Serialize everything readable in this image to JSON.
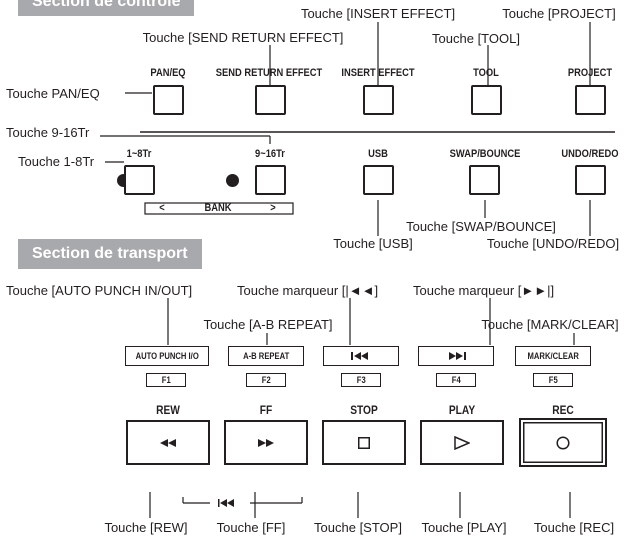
{
  "headers": {
    "control": "Section de contrôle",
    "transport": "Section de transport"
  },
  "control_buttons": {
    "pan_eq": "PAN/EQ",
    "send_return": "SEND RETURN EFFECT",
    "insert_effect": "INSERT EFFECT",
    "tool": "TOOL",
    "project": "PROJECT",
    "tr1_8": "1~8Tr",
    "tr9_16": "9~16Tr",
    "usb": "USB",
    "swap_bounce": "SWAP/BOUNCE",
    "undo_redo": "UNDO/REDO",
    "bank": "BANK",
    "bank_left": "<",
    "bank_right": ">"
  },
  "callouts": {
    "insert_effect": "Touche [INSERT EFFECT]",
    "project": "Touche [PROJECT]",
    "send_return": "Touche [SEND RETURN EFFECT]",
    "tool": "Touche [TOOL]",
    "pan_eq": "Touche PAN/EQ",
    "tr9_16": "Touche 9-16Tr",
    "tr1_8": "Touche 1-8Tr",
    "swap_bounce": "Touche [SWAP/BOUNCE]",
    "usb": "Touche [USB]",
    "undo_redo": "Touche [UNDO/REDO]",
    "auto_punch": "Touche [AUTO PUNCH IN/OUT]",
    "marker_prev": "Touche marqueur [|◄◄]",
    "marker_next": "Touche marqueur [►►|]",
    "ab_repeat": "Touche [A-B REPEAT]",
    "mark_clear": "Touche [MARK/CLEAR]",
    "rew": "Touche [REW]",
    "ff": "Touche [FF]",
    "stop": "Touche [STOP]",
    "play": "Touche [PLAY]",
    "rec": "Touche [REC]"
  },
  "function_keys": [
    {
      "label": "AUTO PUNCH I/O",
      "key": "F1"
    },
    {
      "label": "A-B REPEAT",
      "key": "F2"
    },
    {
      "label": "",
      "key": "F3",
      "icon": "skip-back-icon"
    },
    {
      "label": "",
      "key": "F4",
      "icon": "skip-forward-icon"
    },
    {
      "label": "MARK/CLEAR",
      "key": "F5"
    }
  ],
  "transport_buttons": {
    "rew": "REW",
    "ff": "FF",
    "stop": "STOP",
    "play": "PLAY",
    "rec": "REC"
  },
  "colors": {
    "header_bg": "#a7a9ac",
    "ink": "#231f20"
  }
}
